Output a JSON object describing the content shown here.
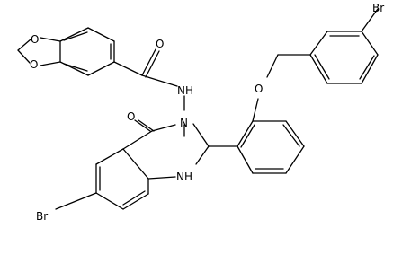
{
  "molecule": {
    "labels": {
      "o_dioxole_top": "O",
      "o_dioxole_bottom": "O",
      "o_amide": "O",
      "nh_amide": "NH",
      "o_ketone": "O",
      "n_ring": "N",
      "nh_ring": "NH",
      "br_left": "Br",
      "o_ether": "O",
      "br_right": "Br"
    }
  }
}
